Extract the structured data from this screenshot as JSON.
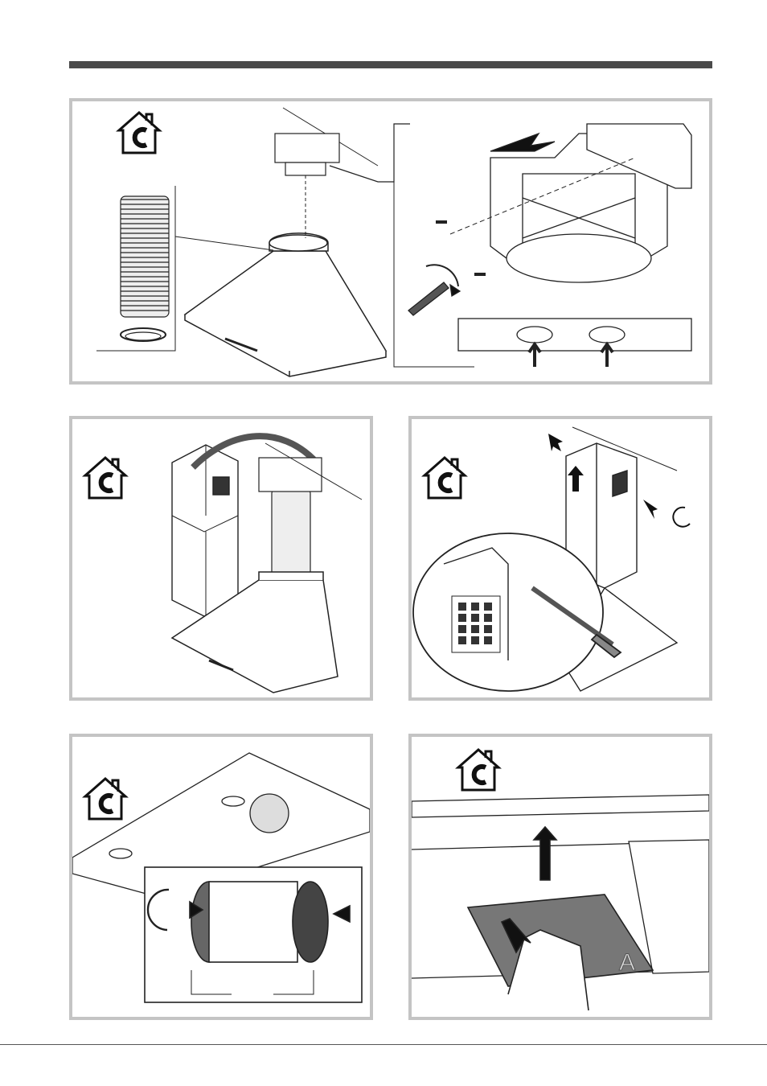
{
  "page": {
    "panels": [
      {
        "id": "panel-1",
        "icon": "house-c-icon",
        "labels": []
      },
      {
        "id": "panel-2",
        "icon": "house-c-icon",
        "labels": []
      },
      {
        "id": "panel-3",
        "icon": "house-c-icon",
        "labels": []
      },
      {
        "id": "panel-4",
        "icon": "house-c-icon",
        "labels": []
      },
      {
        "id": "panel-5",
        "icon": "house-c-icon",
        "labels": [
          "A"
        ]
      }
    ],
    "filter_label": "A"
  }
}
